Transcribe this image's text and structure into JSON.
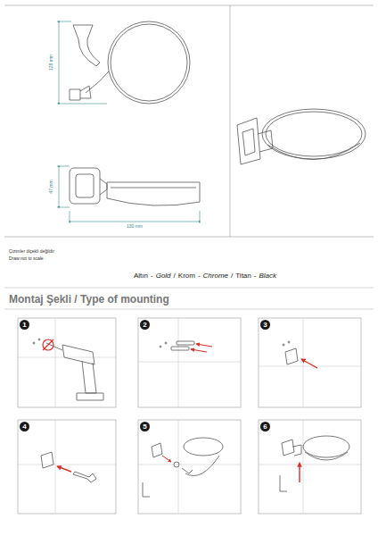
{
  "diagram": {
    "title": "Montaj Şekli / Type of mounting",
    "labels": [
      "128 mm",
      "47 mm",
      "130 mm",
      "Çizimler ölçekli değildir",
      "Draw not to scale",
      "Altın",
      "-",
      "Gold",
      "/",
      "Krom",
      "-",
      "Chrome",
      "/",
      "Titan",
      "-",
      "Black",
      "1",
      "2",
      "3",
      "4",
      "5",
      "6"
    ]
  }
}
